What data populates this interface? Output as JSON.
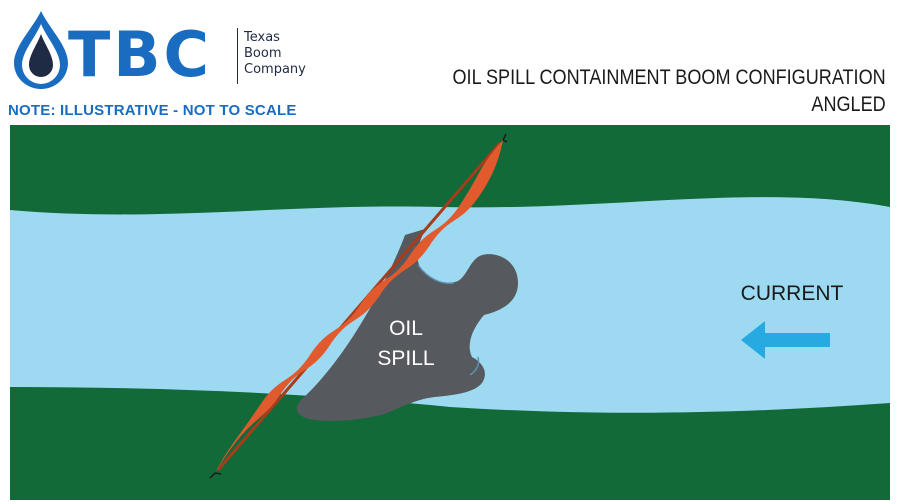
{
  "logo": {
    "letters": "TBC",
    "company_lines": [
      "Texas",
      "Boom",
      "Company"
    ]
  },
  "note": "NOTE: ILLUSTRATIVE - NOT TO SCALE",
  "title": {
    "line1": "OIL SPILL CONTAINMENT BOOM CONFIGURATION",
    "line2": "ANGLED"
  },
  "diagram": {
    "spill_label_line1": "OIL",
    "spill_label_line2": "SPILL",
    "current_label": "CURRENT",
    "current_direction": "left"
  },
  "colors": {
    "brand_blue": "#1a6cc0",
    "land_green": "#116a38",
    "water_blue": "#9ddaf2",
    "oil_gray": "#56595d",
    "boom_orange": "#e05a2d",
    "arrow_blue": "#27a9e1"
  }
}
